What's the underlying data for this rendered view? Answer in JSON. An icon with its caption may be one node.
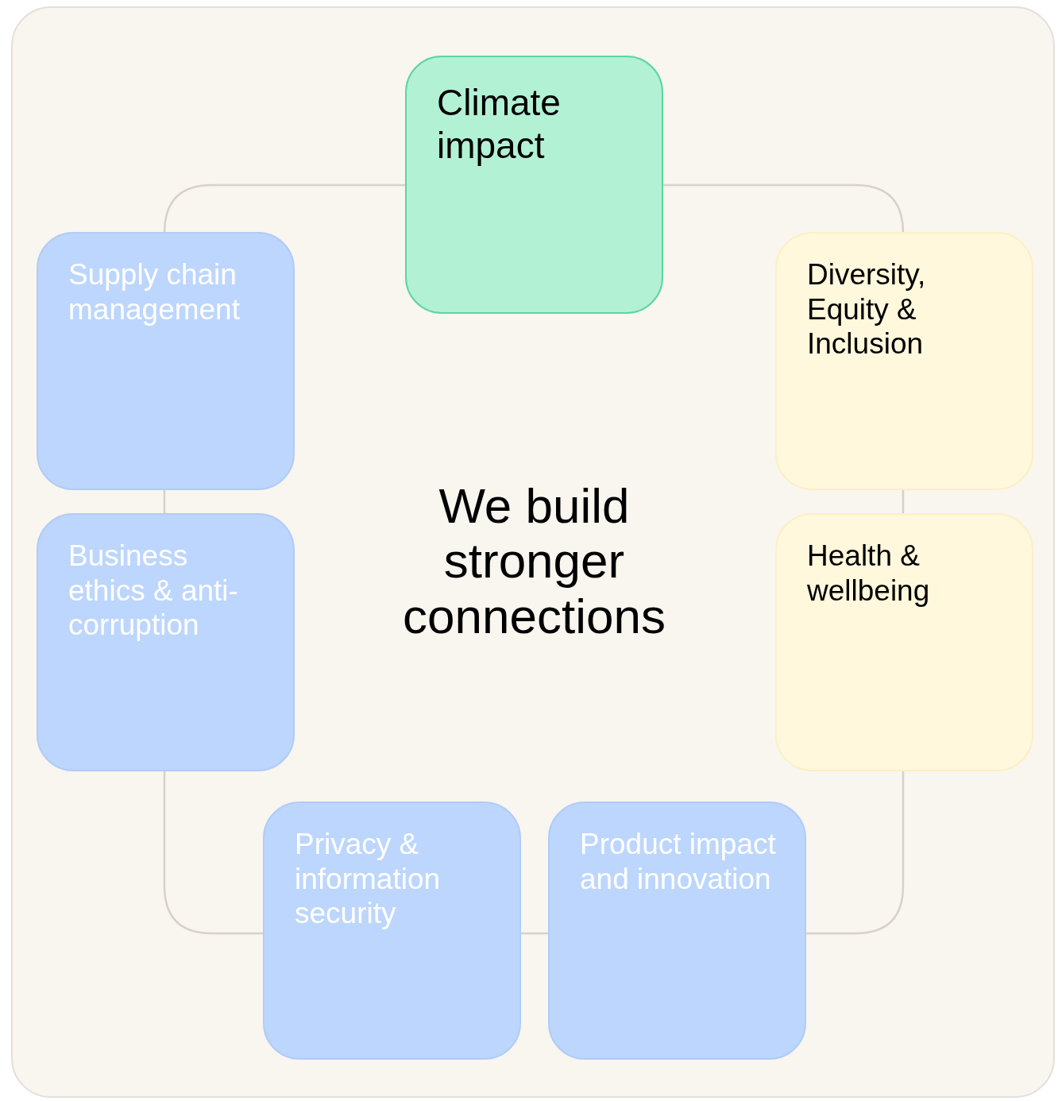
{
  "diagram": {
    "nodes": [
      {
        "text": [
          "Climate impact"
        ]
      },
      {
        "text": [
          "Supply chain management"
        ]
      },
      {
        "text": [
          "Diversity, Equity & Inclusion"
        ]
      },
      {
        "text": [
          "Business ethics & anti-corruption"
        ]
      },
      {
        "text": [
          "Health & wellbeing"
        ]
      },
      {
        "text": [
          "Privacy & information security"
        ]
      },
      {
        "text": [
          "Product impact and innovation"
        ]
      }
    ],
    "edges": [
      {
        "from": 0,
        "to": 2,
        "arrow": "none"
      },
      {
        "from": 2,
        "to": 4,
        "arrow": "none"
      },
      {
        "from": 4,
        "to": 6,
        "arrow": "none"
      },
      {
        "from": 6,
        "to": 5,
        "arrow": "none"
      },
      {
        "from": 5,
        "to": 3,
        "arrow": "none"
      },
      {
        "from": 3,
        "to": 1,
        "arrow": "none"
      },
      {
        "from": 1,
        "to": 0,
        "arrow": "none"
      }
    ],
    "labels": [
      "We build stronger connections"
    ]
  }
}
